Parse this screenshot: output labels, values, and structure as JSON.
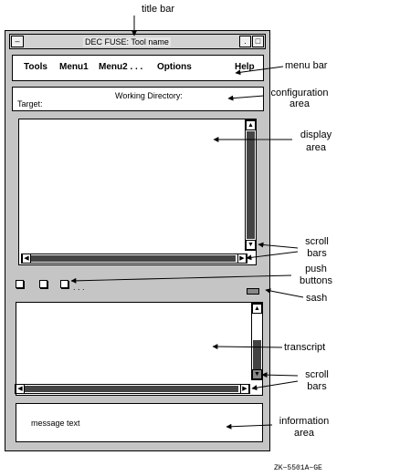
{
  "callouts": {
    "title_bar": "title bar",
    "menu_bar": "menu bar",
    "configuration_area": [
      "configuration",
      "area"
    ],
    "display_area": [
      "display",
      "area"
    ],
    "scroll_bars_top": [
      "scroll",
      "bars"
    ],
    "push_buttons": [
      "push",
      "buttons"
    ],
    "sash": "sash",
    "transcript": "transcript",
    "scroll_bars_bottom": [
      "scroll",
      "bars"
    ],
    "information_area": [
      "information",
      "area"
    ]
  },
  "window": {
    "title": "DEC FUSE:  Tool name",
    "menu": [
      "Tools",
      "Menu1",
      "Menu2 . . .",
      "Options",
      "Help"
    ],
    "config_target_label": "Target:",
    "config_working_dir_label": "Working Directory:",
    "push_buttons_ellipsis": ". . .",
    "message_text": "message text"
  },
  "figure_code": "ZK−5501A−GE",
  "icons": {
    "window_menu": "window-menu-icon",
    "minimize": "minimize-icon",
    "maximize": "maximize-icon",
    "scroll_up": "triangle-up-icon",
    "scroll_down": "triangle-down-icon",
    "scroll_left": "triangle-left-icon",
    "scroll_right": "triangle-right-icon"
  }
}
